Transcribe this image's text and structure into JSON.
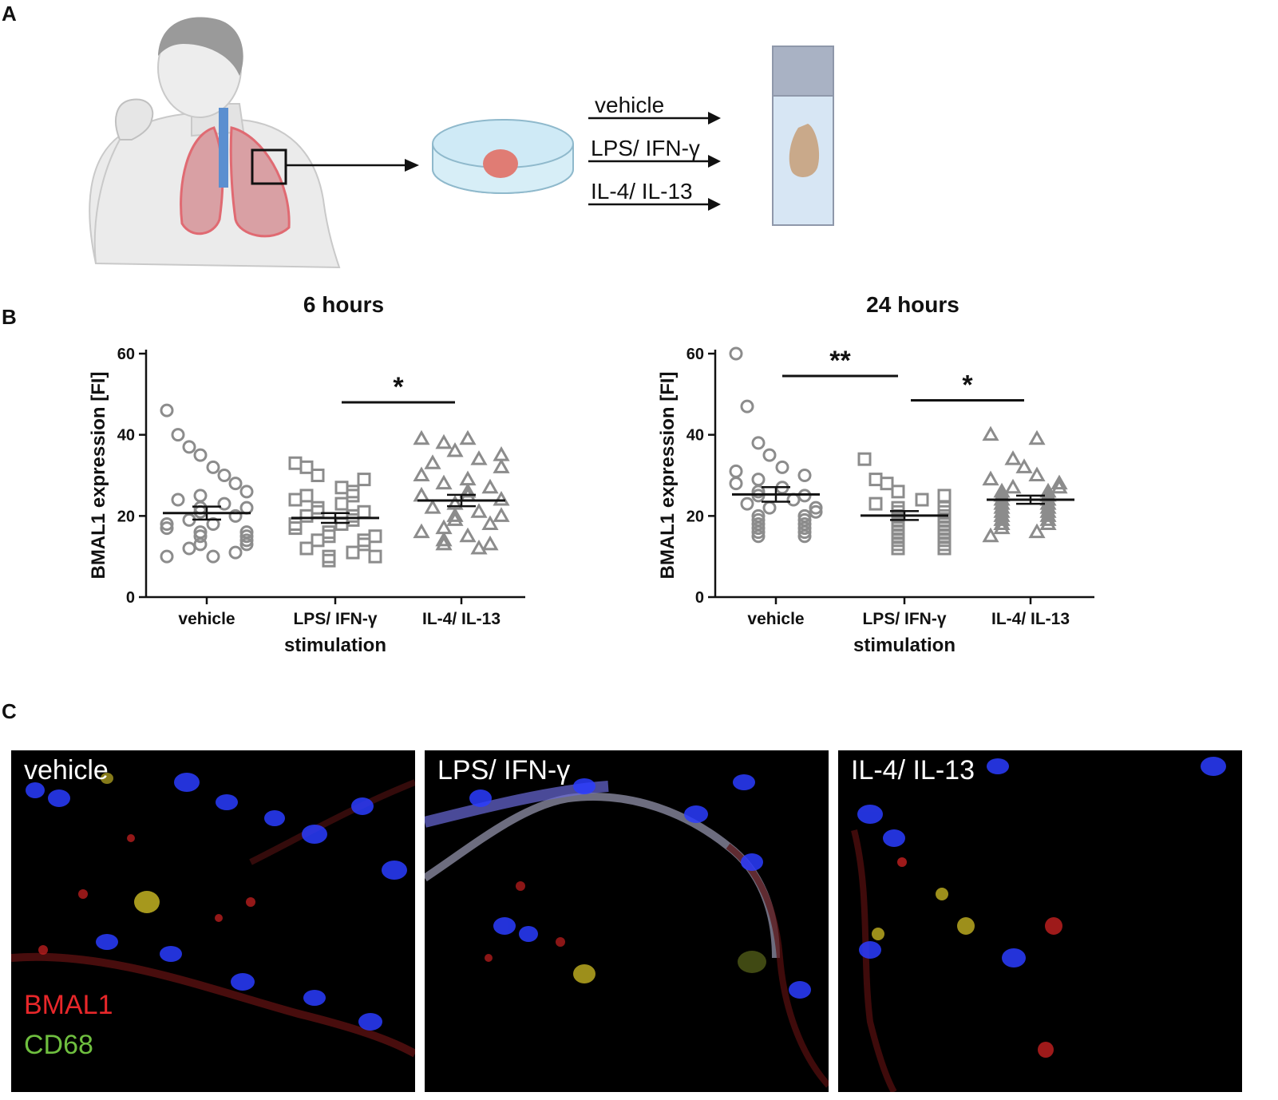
{
  "panels": {
    "a": "A",
    "b": "B",
    "c": "C"
  },
  "schematic": {
    "treatments": [
      "vehicle",
      "LPS/ IFN-γ",
      "IL-4/ IL-13"
    ]
  },
  "colors": {
    "marker": "#8c8c8c",
    "axis": "#111111",
    "bmal1": "#e8272a",
    "cd68": "#6fbf3f",
    "nuclei": "#2a3cff"
  },
  "chart_data": [
    {
      "type": "scatter",
      "title": "6 hours",
      "xlabel": "stimulation",
      "ylabel": "BMAL1 expression [FI]",
      "ylim": [
        0,
        60
      ],
      "yticks": [
        0,
        20,
        40,
        60
      ],
      "categories": [
        "vehicle",
        "LPS/ IFN-γ",
        "IL-4/ IL-13"
      ],
      "series": [
        {
          "marker": "circle",
          "mean": 20.7,
          "sem": 1.6,
          "values": [
            46,
            40,
            37,
            35,
            32,
            30,
            28,
            26,
            25,
            24,
            23,
            22,
            22,
            21,
            20,
            19,
            18,
            18,
            17,
            16,
            16,
            15,
            15,
            14,
            13,
            13,
            12,
            11,
            10,
            10
          ]
        },
        {
          "marker": "square",
          "mean": 19.5,
          "sem": 1.2,
          "values": [
            33,
            32,
            30,
            29,
            27,
            26,
            25,
            25,
            24,
            23,
            22,
            21,
            21,
            20,
            20,
            19,
            18,
            18,
            17,
            16,
            15,
            15,
            14,
            14,
            13,
            12,
            11,
            10,
            10,
            9
          ]
        },
        {
          "marker": "triangle",
          "mean": 23.8,
          "sem": 1.4,
          "values": [
            39,
            39,
            38,
            36,
            35,
            34,
            33,
            32,
            30,
            29,
            28,
            27,
            26,
            25,
            25,
            24,
            23,
            22,
            21,
            20,
            20,
            19,
            18,
            17,
            16,
            15,
            14,
            13,
            13,
            12
          ]
        }
      ],
      "significance": [
        {
          "from": 1,
          "to": 2,
          "label": "*"
        }
      ]
    },
    {
      "type": "scatter",
      "title": "24 hours",
      "xlabel": "stimulation",
      "ylabel": "BMAL1 expression [FI]",
      "ylim": [
        0,
        60
      ],
      "yticks": [
        0,
        20,
        40,
        60
      ],
      "categories": [
        "vehicle",
        "LPS/ IFN-γ",
        "IL-4/ IL-13"
      ],
      "series": [
        {
          "marker": "circle",
          "mean": 25.3,
          "sem": 1.8,
          "values": [
            60,
            47,
            38,
            35,
            32,
            31,
            30,
            29,
            28,
            27,
            26,
            25,
            25,
            24,
            23,
            22,
            22,
            21,
            20,
            20,
            19,
            19,
            18,
            18,
            17,
            17,
            16,
            16,
            15,
            15
          ]
        },
        {
          "marker": "square",
          "mean": 20.1,
          "sem": 1.1,
          "values": [
            34,
            29,
            28,
            26,
            25,
            24,
            23,
            22,
            22,
            21,
            21,
            20,
            20,
            19,
            19,
            18,
            18,
            17,
            17,
            16,
            16,
            15,
            15,
            14,
            14,
            13,
            13,
            12,
            12,
            12
          ]
        },
        {
          "marker": "triangle",
          "mean": 24.0,
          "sem": 1.0,
          "values": [
            40,
            39,
            34,
            32,
            30,
            29,
            28,
            27,
            27,
            26,
            26,
            25,
            25,
            24,
            24,
            23,
            23,
            22,
            22,
            21,
            21,
            20,
            20,
            19,
            19,
            18,
            18,
            17,
            16,
            15
          ]
        }
      ],
      "significance": [
        {
          "from": 0,
          "to": 1,
          "label": "**"
        },
        {
          "from": 1,
          "to": 2,
          "label": "*"
        }
      ]
    }
  ],
  "micrographs": {
    "labels": [
      "vehicle",
      "LPS/ IFN-γ",
      "IL-4/ IL-13"
    ],
    "legend": {
      "bmal1": "BMAL1",
      "cd68": "CD68"
    }
  }
}
